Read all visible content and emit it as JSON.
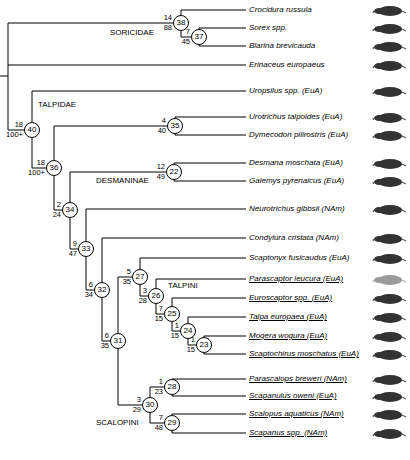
{
  "diagram": {
    "nodes": [
      {
        "text": [
          "38"
        ]
      },
      {
        "text": [
          "37"
        ]
      },
      {
        "text": [
          "40"
        ]
      },
      {
        "text": [
          "35"
        ]
      },
      {
        "text": [
          "36"
        ]
      },
      {
        "text": [
          "22"
        ]
      },
      {
        "text": [
          "34"
        ]
      },
      {
        "text": [
          "33"
        ]
      },
      {
        "text": [
          "32"
        ]
      },
      {
        "text": [
          "27"
        ]
      },
      {
        "text": [
          "26"
        ]
      },
      {
        "text": [
          "25"
        ]
      },
      {
        "text": [
          "24"
        ]
      },
      {
        "text": [
          "23"
        ]
      },
      {
        "text": [
          "31"
        ]
      },
      {
        "text": [
          "30"
        ]
      },
      {
        "text": [
          "28"
        ]
      },
      {
        "text": [
          "29"
        ]
      }
    ],
    "edges": [
      {
        "from": 0,
        "to": 1,
        "arrow": "none"
      },
      {
        "from": 2,
        "to": 4,
        "arrow": "none"
      },
      {
        "from": 4,
        "to": 3,
        "arrow": "none"
      },
      {
        "from": 4,
        "to": 6,
        "arrow": "none"
      },
      {
        "from": 6,
        "to": 5,
        "arrow": "none"
      },
      {
        "from": 6,
        "to": 7,
        "arrow": "none"
      },
      {
        "from": 7,
        "to": 8,
        "arrow": "none"
      },
      {
        "from": 8,
        "to": 14,
        "arrow": "none"
      },
      {
        "from": 14,
        "to": 9,
        "arrow": "none"
      },
      {
        "from": 9,
        "to": 10,
        "arrow": "none"
      },
      {
        "from": 10,
        "to": 11,
        "arrow": "none"
      },
      {
        "from": 11,
        "to": 12,
        "arrow": "none"
      },
      {
        "from": 12,
        "to": 13,
        "arrow": "none"
      },
      {
        "from": 14,
        "to": 15,
        "arrow": "none"
      },
      {
        "from": 15,
        "to": 16,
        "arrow": "none"
      },
      {
        "from": 15,
        "to": 17,
        "arrow": "none"
      }
    ],
    "labels": [
      "Crocidura russula",
      "Sorex spp.",
      "Blarina brevicauda",
      "Erinaceus europaeus",
      "Uropsilus spp. (EuA)",
      "Urotrichus talpoides (EuA)",
      "Dymecodon pilirostris (EuA)",
      "Desmana moschata (EuA)",
      "Galemys pyrenaicus (EuA)",
      "Neurotrichus gibbsii (NAm)",
      "Condylura cristata (NAm)",
      "Scaptonyx fusicaudus (EuA)",
      "Parascaptor leucura (EuA)",
      "Euroscaptor spp. (EuA)",
      "Talpa europaea (EuA)",
      "Mogera wogura (EuA)",
      "Scaptochirus moschatus (EuA)",
      "Parascalops breweri (NAm)",
      "Scapanulus oweni (EuA)",
      "Scalopus aquaticus (NAm)",
      "Scapanus spp. (NAm)",
      "SORICIDAE",
      "TALPIDAE",
      "DESMANINAE",
      "TALPINI",
      "SCALOPINI",
      "14",
      "88",
      "7",
      "45",
      "18",
      "100+",
      "4",
      "40",
      "18",
      "100+",
      "12",
      "49",
      "2",
      "24",
      "9",
      "47",
      "6",
      "34",
      "5",
      "35",
      "3",
      "28",
      "7",
      "15",
      "1",
      "15",
      "1",
      "15",
      "6",
      "35",
      "3",
      "29",
      "1",
      "23",
      "7",
      "48"
    ]
  }
}
